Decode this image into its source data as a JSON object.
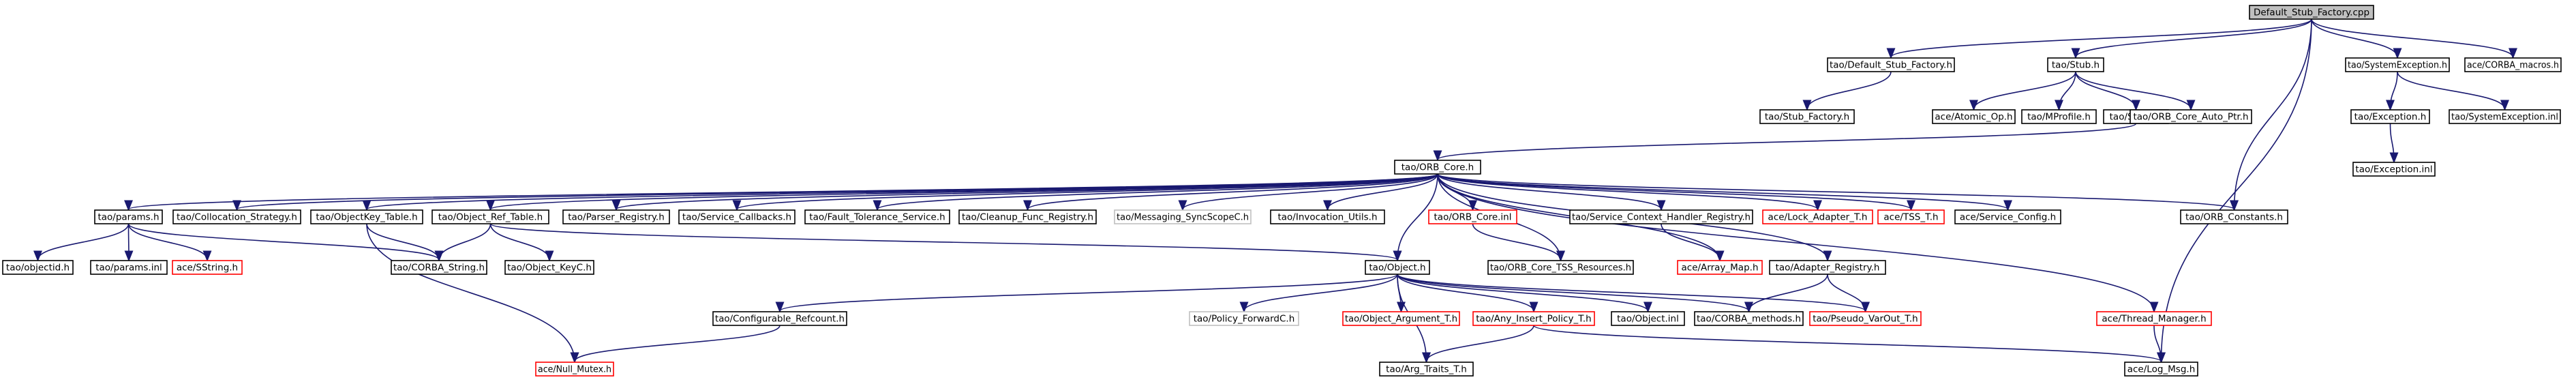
{
  "nodes": [
    {
      "id": "root",
      "label": "Default_Stub_Factory.cpp",
      "kind": "root"
    },
    {
      "id": "dsf_h",
      "label": "tao/Default_Stub_Factory.h",
      "kind": "normal"
    },
    {
      "id": "stub_h",
      "label": "tao/Stub.h",
      "kind": "normal"
    },
    {
      "id": "sysexc_h",
      "label": "tao/SystemException.h",
      "kind": "normal"
    },
    {
      "id": "corba_macros",
      "label": "ace/CORBA_macros.h",
      "kind": "normal"
    },
    {
      "id": "stub_factory",
      "label": "tao/Stub_Factory.h",
      "kind": "normal"
    },
    {
      "id": "atomic_op",
      "label": "ace/Atomic_Op.h",
      "kind": "normal"
    },
    {
      "id": "mprofile",
      "label": "tao/MProfile.h",
      "kind": "normal"
    },
    {
      "id": "stub_inl",
      "label": "tao/Stub.inl",
      "kind": "normal"
    },
    {
      "id": "orb_core_auto",
      "label": "tao/ORB_Core_Auto_Ptr.h",
      "kind": "normal"
    },
    {
      "id": "exception_h",
      "label": "tao/Exception.h",
      "kind": "normal"
    },
    {
      "id": "sysexc_inl",
      "label": "tao/SystemException.inl",
      "kind": "normal"
    },
    {
      "id": "exception_inl",
      "label": "tao/Exception.inl",
      "kind": "normal"
    },
    {
      "id": "orb_core",
      "label": "tao/ORB_Core.h",
      "kind": "normal"
    },
    {
      "id": "params_h",
      "label": "tao/params.h",
      "kind": "normal"
    },
    {
      "id": "collocation",
      "label": "tao/Collocation_Strategy.h",
      "kind": "normal"
    },
    {
      "id": "objkey_table",
      "label": "tao/ObjectKey_Table.h",
      "kind": "normal"
    },
    {
      "id": "objref_table",
      "label": "tao/Object_Ref_Table.h",
      "kind": "normal"
    },
    {
      "id": "parser_reg",
      "label": "tao/Parser_Registry.h",
      "kind": "normal"
    },
    {
      "id": "svc_callbacks",
      "label": "tao/Service_Callbacks.h",
      "kind": "normal"
    },
    {
      "id": "fault_tol",
      "label": "tao/Fault_Tolerance_Service.h",
      "kind": "normal"
    },
    {
      "id": "cleanup_reg",
      "label": "tao/Cleanup_Func_Registry.h",
      "kind": "normal"
    },
    {
      "id": "sync_scope",
      "label": "tao/Messaging_SyncScopeC.h",
      "kind": "ghost"
    },
    {
      "id": "invocation_utils",
      "label": "tao/Invocation_Utils.h",
      "kind": "normal"
    },
    {
      "id": "orb_core_inl",
      "label": "tao/ORB_Core.inl",
      "kind": "missing"
    },
    {
      "id": "svc_ctx_handler",
      "label": "tao/Service_Context_Handler_Registry.h",
      "kind": "normal"
    },
    {
      "id": "lock_adapter",
      "label": "ace/Lock_Adapter_T.h",
      "kind": "missing"
    },
    {
      "id": "tss_t",
      "label": "ace/TSS_T.h",
      "kind": "missing"
    },
    {
      "id": "svc_config",
      "label": "ace/Service_Config.h",
      "kind": "normal"
    },
    {
      "id": "orb_constants",
      "label": "tao/ORB_Constants.h",
      "kind": "normal"
    },
    {
      "id": "objectid_h",
      "label": "tao/objectid.h",
      "kind": "normal"
    },
    {
      "id": "params_inl",
      "label": "tao/params.inl",
      "kind": "normal"
    },
    {
      "id": "sstring",
      "label": "ace/SString.h",
      "kind": "missing"
    },
    {
      "id": "corba_string",
      "label": "tao/CORBA_String.h",
      "kind": "normal"
    },
    {
      "id": "object_keyc",
      "label": "tao/Object_KeyC.h",
      "kind": "normal"
    },
    {
      "id": "object_h",
      "label": "tao/Object.h",
      "kind": "normal"
    },
    {
      "id": "tss_resources",
      "label": "tao/ORB_Core_TSS_Resources.h",
      "kind": "normal"
    },
    {
      "id": "array_map",
      "label": "ace/Array_Map.h",
      "kind": "missing"
    },
    {
      "id": "adapter_reg",
      "label": "tao/Adapter_Registry.h",
      "kind": "normal"
    },
    {
      "id": "thread_mgr",
      "label": "ace/Thread_Manager.h",
      "kind": "missing"
    },
    {
      "id": "conf_refcount",
      "label": "tao/Configurable_Refcount.h",
      "kind": "normal"
    },
    {
      "id": "policy_fwd",
      "label": "tao/Policy_ForwardC.h",
      "kind": "ghost"
    },
    {
      "id": "obj_arg",
      "label": "tao/Object_Argument_T.h",
      "kind": "missing"
    },
    {
      "id": "any_insert",
      "label": "tao/Any_Insert_Policy_T.h",
      "kind": "missing"
    },
    {
      "id": "object_inl",
      "label": "tao/Object.inl",
      "kind": "normal"
    },
    {
      "id": "corba_methods",
      "label": "tao/CORBA_methods.h",
      "kind": "normal"
    },
    {
      "id": "pseudo_varout",
      "label": "tao/Pseudo_VarOut_T.h",
      "kind": "missing"
    },
    {
      "id": "null_mutex",
      "label": "ace/Null_Mutex.h",
      "kind": "missing"
    },
    {
      "id": "arg_traits",
      "label": "tao/Arg_Traits_T.h",
      "kind": "normal"
    },
    {
      "id": "log_msg",
      "label": "ace/Log_Msg.h",
      "kind": "normal"
    }
  ],
  "edges": [
    [
      "root",
      "dsf_h"
    ],
    [
      "root",
      "stub_h"
    ],
    [
      "root",
      "sysexc_h"
    ],
    [
      "root",
      "corba_macros"
    ],
    [
      "root",
      "orb_constants"
    ],
    [
      "root",
      "log_msg"
    ],
    [
      "dsf_h",
      "stub_factory"
    ],
    [
      "stub_h",
      "atomic_op"
    ],
    [
      "stub_h",
      "mprofile"
    ],
    [
      "stub_h",
      "stub_inl"
    ],
    [
      "stub_h",
      "orb_core_auto"
    ],
    [
      "sysexc_h",
      "exception_h"
    ],
    [
      "sysexc_h",
      "sysexc_inl"
    ],
    [
      "exception_h",
      "exception_inl"
    ],
    [
      "stub_inl",
      "orb_core"
    ],
    [
      "orb_core",
      "params_h"
    ],
    [
      "orb_core",
      "collocation"
    ],
    [
      "orb_core",
      "objkey_table"
    ],
    [
      "orb_core",
      "objref_table"
    ],
    [
      "orb_core",
      "parser_reg"
    ],
    [
      "orb_core",
      "svc_callbacks"
    ],
    [
      "orb_core",
      "fault_tol"
    ],
    [
      "orb_core",
      "cleanup_reg"
    ],
    [
      "orb_core",
      "sync_scope"
    ],
    [
      "orb_core",
      "invocation_utils"
    ],
    [
      "orb_core",
      "orb_core_inl"
    ],
    [
      "orb_core",
      "svc_ctx_handler"
    ],
    [
      "orb_core",
      "lock_adapter"
    ],
    [
      "orb_core",
      "tss_t"
    ],
    [
      "orb_core",
      "svc_config"
    ],
    [
      "orb_core",
      "orb_constants"
    ],
    [
      "orb_core",
      "object_h"
    ],
    [
      "orb_core",
      "tss_resources"
    ],
    [
      "orb_core",
      "adapter_reg"
    ],
    [
      "orb_core",
      "thread_mgr"
    ],
    [
      "orb_core",
      "array_map"
    ],
    [
      "params_h",
      "objectid_h"
    ],
    [
      "params_h",
      "params_inl"
    ],
    [
      "params_h",
      "sstring"
    ],
    [
      "params_h",
      "corba_string"
    ],
    [
      "objkey_table",
      "corba_string"
    ],
    [
      "objkey_table",
      "null_mutex"
    ],
    [
      "objref_table",
      "corba_string"
    ],
    [
      "objref_table",
      "object_keyc"
    ],
    [
      "objref_table",
      "object_h"
    ],
    [
      "orb_core_inl",
      "tss_resources"
    ],
    [
      "svc_ctx_handler",
      "array_map"
    ],
    [
      "object_h",
      "conf_refcount"
    ],
    [
      "object_h",
      "policy_fwd"
    ],
    [
      "object_h",
      "obj_arg"
    ],
    [
      "object_h",
      "any_insert"
    ],
    [
      "object_h",
      "object_inl"
    ],
    [
      "object_h",
      "corba_methods"
    ],
    [
      "object_h",
      "pseudo_varout"
    ],
    [
      "object_h",
      "arg_traits"
    ],
    [
      "adapter_reg",
      "corba_methods"
    ],
    [
      "adapter_reg",
      "pseudo_varout"
    ],
    [
      "conf_refcount",
      "null_mutex"
    ],
    [
      "any_insert",
      "arg_traits"
    ],
    [
      "any_insert",
      "log_msg"
    ],
    [
      "thread_mgr",
      "log_msg"
    ]
  ]
}
